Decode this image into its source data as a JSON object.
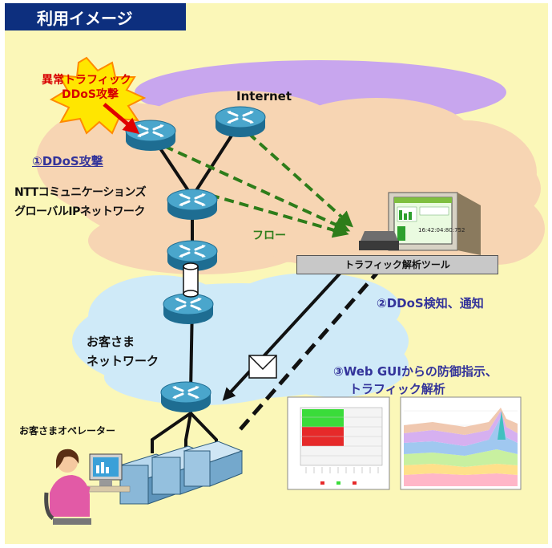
{
  "title": "利用イメージ",
  "attack_burst": {
    "line1": "異常トラフィック",
    "line2": "DDoS攻撃"
  },
  "internet_label": "Internet",
  "step1": "①DDoS攻撃",
  "ntt_network": {
    "line1": "NTTコミュニケーションズ",
    "line2": "グローバルIPネットワーク"
  },
  "flow_label": "フロー",
  "tool_label": "トラフィック解析ツール",
  "step2": "②DDoS検知、通知",
  "customer_network": {
    "line1": "お客さま",
    "line2": "ネットワーク"
  },
  "step3": {
    "line1": "③Web GUIからの防御指示、",
    "line2": "トラフィック解析"
  },
  "operator_label": "お客さまオペレーター",
  "monitor_readout": "16:42:04:80:752",
  "colors": {
    "title_bg": "#0d2f7e",
    "background": "#fbf7b8",
    "internet_cloud": "#c8a6ee",
    "ntt_cloud": "#f7d5b3",
    "customer_cloud": "#cfeaf8",
    "flow_arrow": "#2e7d1a",
    "step_text": "#33339a",
    "burst_fill": "#ffe600",
    "burst_text": "#d80000"
  }
}
